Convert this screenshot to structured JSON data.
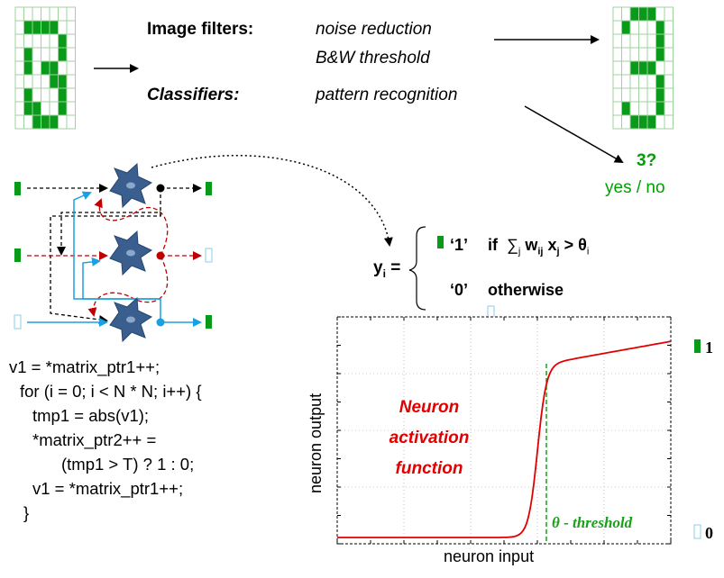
{
  "labels": {
    "image_filters": "Image filters:",
    "noise_reduction": "noise reduction",
    "bw_threshold": "B&W threshold",
    "classifiers": "Classifiers:",
    "pattern_recognition": "pattern recognition",
    "result_question": "3?",
    "result_answer": "yes / no"
  },
  "formula": {
    "lhs": "y",
    "lhs_sub": "i",
    "equals": " =",
    "case1_value": "‘1’",
    "case1_if": "if",
    "sum": "∑",
    "sum_sub": "j",
    "w": "w",
    "w_sub": "ij",
    "x": "x",
    "x_sub": "j",
    "gt": "> θ",
    "theta_sub": "i",
    "case2_value": "‘0’",
    "case2_text": "otherwise"
  },
  "plot": {
    "xlabel": "neuron input",
    "ylabel": "neuron output",
    "annotation": [
      "Neuron",
      "activation",
      "function"
    ],
    "threshold_label": "θ - threshold",
    "level_high": "1",
    "level_low": "0"
  },
  "code_lines": [
    "v1 = *matrix_ptr1++;",
    "for (i = 0; i < N * N; i++) {",
    "tmp1 = abs(v1);",
    "*matrix_ptr2++ =",
    "(tmp1 > T) ? 1 : 0;",
    "v1 = *matrix_ptr1++;",
    "}"
  ],
  "colors": {
    "green": "#0a9a1a",
    "grid_line": "#9fd29f",
    "neuron": "#3a5f8f",
    "red": "#c00000",
    "blue": "#1aa0e0",
    "curve": "#e00000",
    "threshold": "#1aa01a"
  },
  "grids": {
    "noisy": [
      "000000",
      "0111100",
      "0000010",
      "0100010",
      "0101100",
      "0000110",
      "0100010",
      "0110010",
      "0011100"
    ],
    "clean": [
      "0011100",
      "0100010",
      "0000010",
      "0000010",
      "0011100",
      "0000010",
      "0000010",
      "0100010",
      "0011100"
    ]
  }
}
